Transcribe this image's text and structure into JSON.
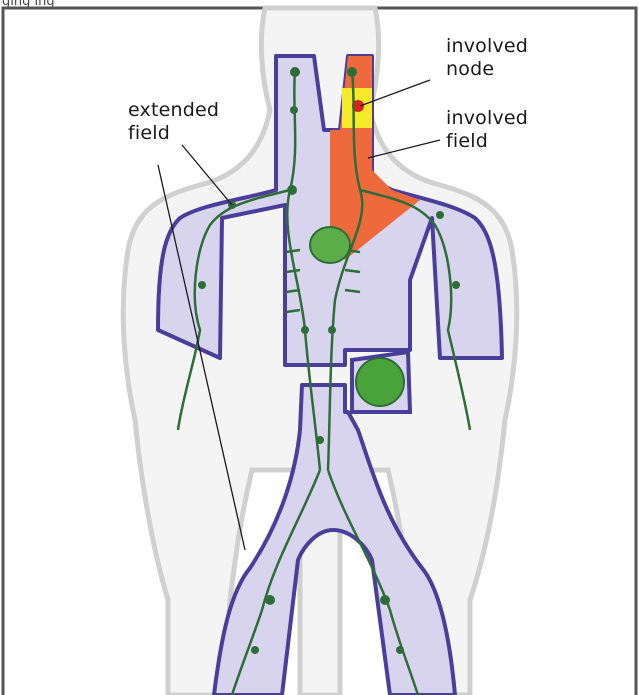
{
  "caption_fragment": "ging ing",
  "labels": {
    "involved_node": [
      "involved",
      "node"
    ],
    "involved_field": [
      "involved",
      "field"
    ],
    "extended_field": [
      "extended",
      "field"
    ]
  },
  "colors": {
    "field_fill": "#d9d4ee",
    "field_stroke": "#4a3e9a",
    "involved_field": "#ee6a3d",
    "involved_node_zone": "#f4ea2a",
    "node": "#e02020",
    "lymph": "#2d6e38",
    "body_outline": "#cfcfcf"
  }
}
